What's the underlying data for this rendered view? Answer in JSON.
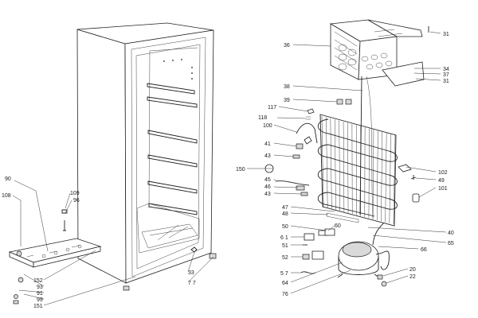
{
  "labels": {
    "l90": "90",
    "l108": "108",
    "l109": "109",
    "l96": "96",
    "l152": "152",
    "l93": "93",
    "l91": "91",
    "l99": "99",
    "l151": "151",
    "l33": "33",
    "l77": "7 7",
    "l36": "36",
    "l31a": "31",
    "l34": "34",
    "l37": "37",
    "l31b": "31",
    "l38": "38",
    "l39": "39",
    "l117": "117",
    "l118": "118",
    "l100": "100",
    "l41": "41",
    "l43a": "43",
    "l150": "150",
    "l45": "45",
    "l46": "46",
    "l43b": "43",
    "l47": "47",
    "l48": "48",
    "l102": "102",
    "l49": "49",
    "l101": "101",
    "l50": "50",
    "l61": "6 1",
    "l60": "60",
    "l40": "40",
    "l65": "65",
    "l51": "51",
    "l52": "52",
    "l66": "66",
    "l57": "5 7",
    "l64": "64",
    "l20": "20",
    "l22": "22",
    "l76": "76"
  },
  "icons": {
    "cabinet": "refrigerator-cabinet-icon",
    "freezer": "freezer-evaporator-icon",
    "condenser": "condenser-coil-icon",
    "compressor": "compressor-icon",
    "base": "base-bracket-icon"
  }
}
